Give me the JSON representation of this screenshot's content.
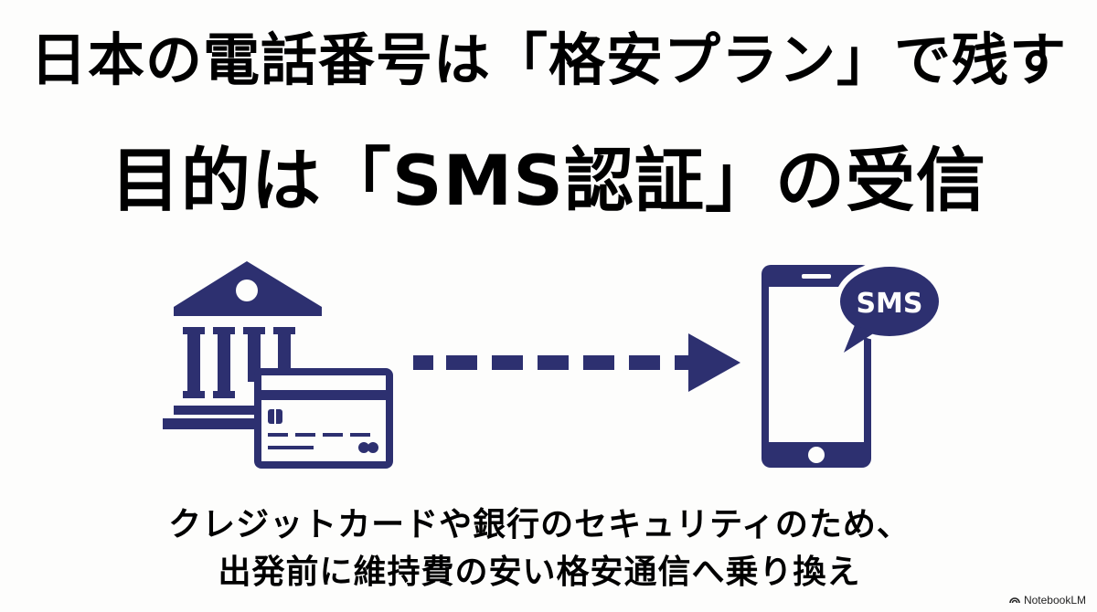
{
  "slide": {
    "title_line1": "日本の電話番号は「格安プラン」で残す",
    "title_line2": "目的は「SMS認証」の受信",
    "illustration": {
      "left_icon": "bank-and-credit-card-icon",
      "middle_icon": "dashed-arrow-right-icon",
      "right_icon": "smartphone-sms-icon",
      "sms_bubble_text": "SMS",
      "icon_color": "#2d3070"
    },
    "subtitle_line1": "クレジットカードや銀行のセキュリティのため、",
    "subtitle_line2": "出発前に維持費の安い格安通信へ乗り換え"
  },
  "watermark": {
    "label": "NotebookLM",
    "icon": "notebooklm-logo-icon"
  }
}
